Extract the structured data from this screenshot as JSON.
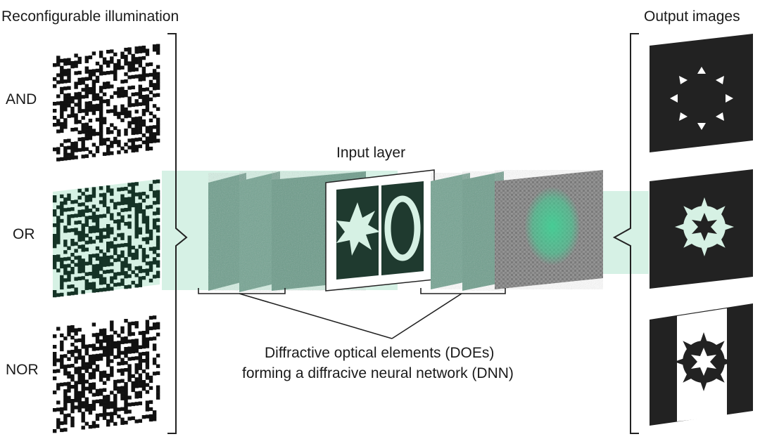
{
  "headers": {
    "left": "Reconfigurable illumination",
    "right": "Output images"
  },
  "illumination_labels": [
    "AND",
    "OR",
    "NOR"
  ],
  "input_layer_label": "Input layer",
  "doe_caption": {
    "line1": "Diffractive optical elements (DOEs)",
    "line2": "forming a diffracive neural network (DNN)"
  },
  "colors": {
    "beam": "#cfeee0",
    "doe_plate": "#6e9e8c",
    "mint": "#d6f1e4",
    "dark": "#222222",
    "glow": "#4fd39a"
  },
  "icons": [
    "eight-point-star-icon",
    "ring-icon",
    "gear-ring-star-icon"
  ]
}
